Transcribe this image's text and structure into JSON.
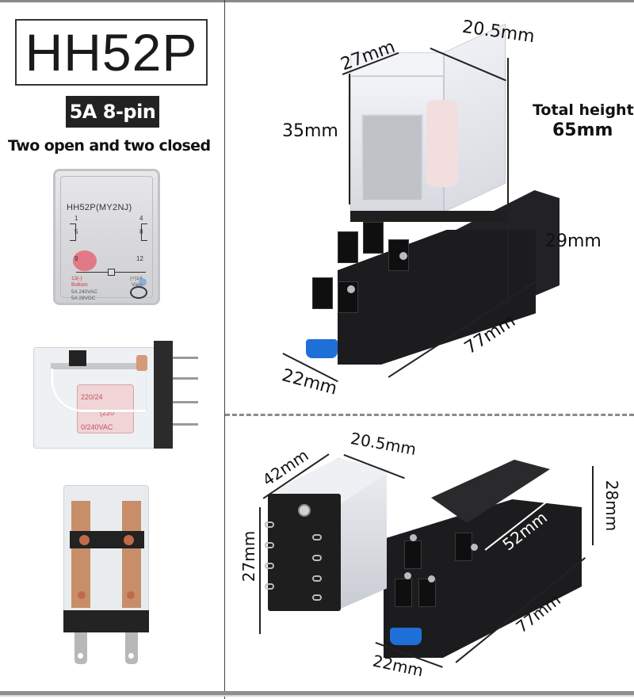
{
  "left_panel": {
    "model": "HH52P",
    "badge": "5A 8-pin",
    "contact_type": "Two open and two closed",
    "label_photo": {
      "part_number": "HH52P(MY2NJ)",
      "pins": [
        "1",
        "4",
        "5",
        "8",
        "9",
        "12"
      ],
      "coil_left": "13(-)",
      "coil_right": "(+)14",
      "bottom_text": "Bottom",
      "view_text": "View",
      "rating_ac": "5A 240VAC",
      "rating_dc": "5A 28VDC"
    },
    "side_photo": {
      "coil_text_1": "220/24",
      "coil_text_2": "(220",
      "coil_text_3": "0/240VAC"
    }
  },
  "right_top": {
    "relay_width": "27mm",
    "relay_depth": "20.5mm",
    "relay_height": "35mm",
    "total_height_label": "Total height",
    "total_height_value": "65mm",
    "socket_height": "29mm",
    "socket_length": "77mm",
    "socket_width": "22mm"
  },
  "right_bottom": {
    "relay_length": "42mm",
    "relay_depth": "20.5mm",
    "relay_width": "27mm",
    "socket_height": "28mm",
    "socket_inner_length": "52mm",
    "socket_length": "77mm",
    "socket_width": "22mm"
  },
  "colors": {
    "badge_bg": "#222222",
    "clip_blue": "#1f6fd8",
    "socket_black": "#1c1c1e",
    "rule_gray": "#8a8a8a"
  }
}
